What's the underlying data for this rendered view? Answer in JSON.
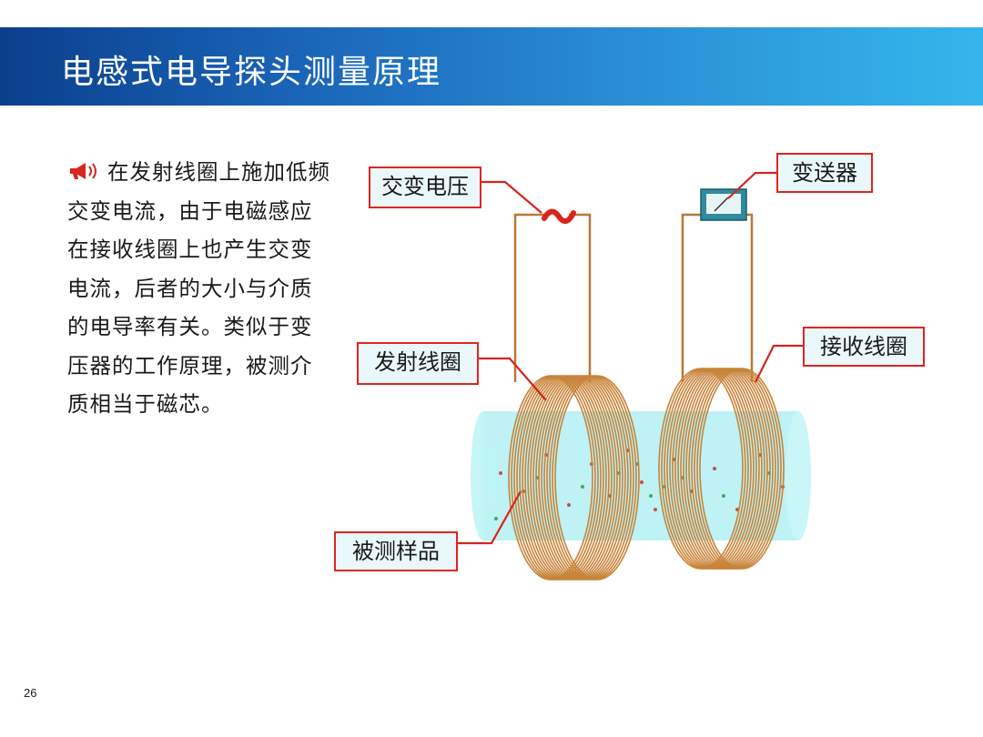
{
  "slide": {
    "title": "电感式电导探头测量原理",
    "body": "在发射线圈上施加低频交变电流，由于电磁感应在接收线圈上也产生交变电流，后者的大小与介质的电导率有关。类似于变压器的工作原理，被测介质相当于磁芯。",
    "page_number": "26",
    "bullet_icon": "speaker-icon"
  },
  "labels": {
    "ac_voltage": "交变电压",
    "transmitter": "变送器",
    "transmit_coil": "发射线圈",
    "receive_coil": "接收线圈",
    "sample": "被测样品"
  },
  "colors": {
    "header_dark": "#0b3f8c",
    "header_light": "#35b6ea",
    "callout_border": "#e0251f",
    "callout_fill": "#eaf8fc",
    "coil": "#c8843a",
    "cylinder": "#a8eef0"
  }
}
